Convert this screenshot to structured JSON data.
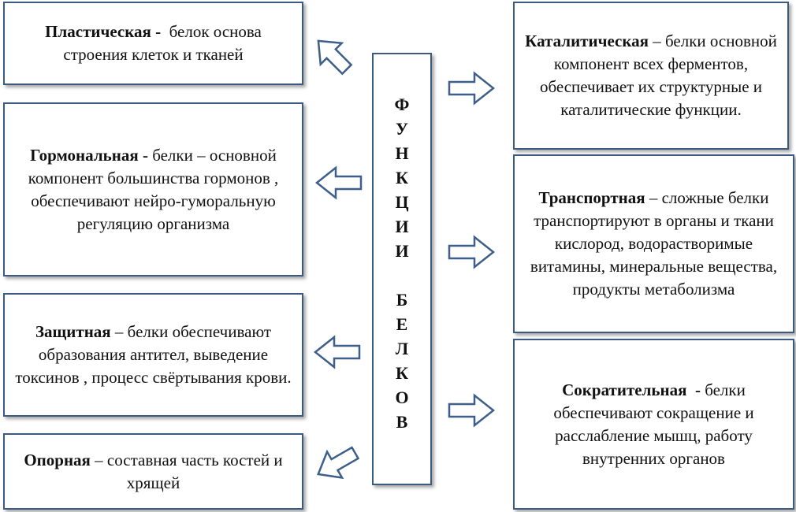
{
  "center": {
    "title": "ФУНКЦИИ\nБЕЛКОВ"
  },
  "left": [
    {
      "name": "Пластическая",
      "sep": " - ",
      "desc": " белок основа строения клеток и тканей"
    },
    {
      "name": "Гормональная",
      "sep": " - ",
      "desc": "белки – основной компонент большинства гормонов , обеспечивают нейро-гуморальную регуляцию организма"
    },
    {
      "name": "Защитная",
      "sep": " – ",
      "desc": "белки обеспечивают образования антител, выведение токсинов , процесс свёртывания крови."
    },
    {
      "name": "Опорная",
      "sep": " – ",
      "desc": "составная часть костей и хрящей"
    }
  ],
  "right": [
    {
      "name": "Каталитическая",
      "sep": " – ",
      "desc": "белки основной компонент всех ферментов, обеспечивает их структурные и каталитические функции."
    },
    {
      "name": "Транспортная",
      "sep": " – ",
      "desc": "сложные белки транспортируют в органы и ткани кислород, водорастворимые витамины, минеральные вещества, продукты метаболизма"
    },
    {
      "name": "Сократительная",
      "sep": "  - ",
      "desc": "белки обеспечивают сокращение и расслабление мышц, работу внутренних  органов"
    }
  ],
  "colors": {
    "border": "#3a5a80",
    "arrow": "#3d5f8a"
  }
}
